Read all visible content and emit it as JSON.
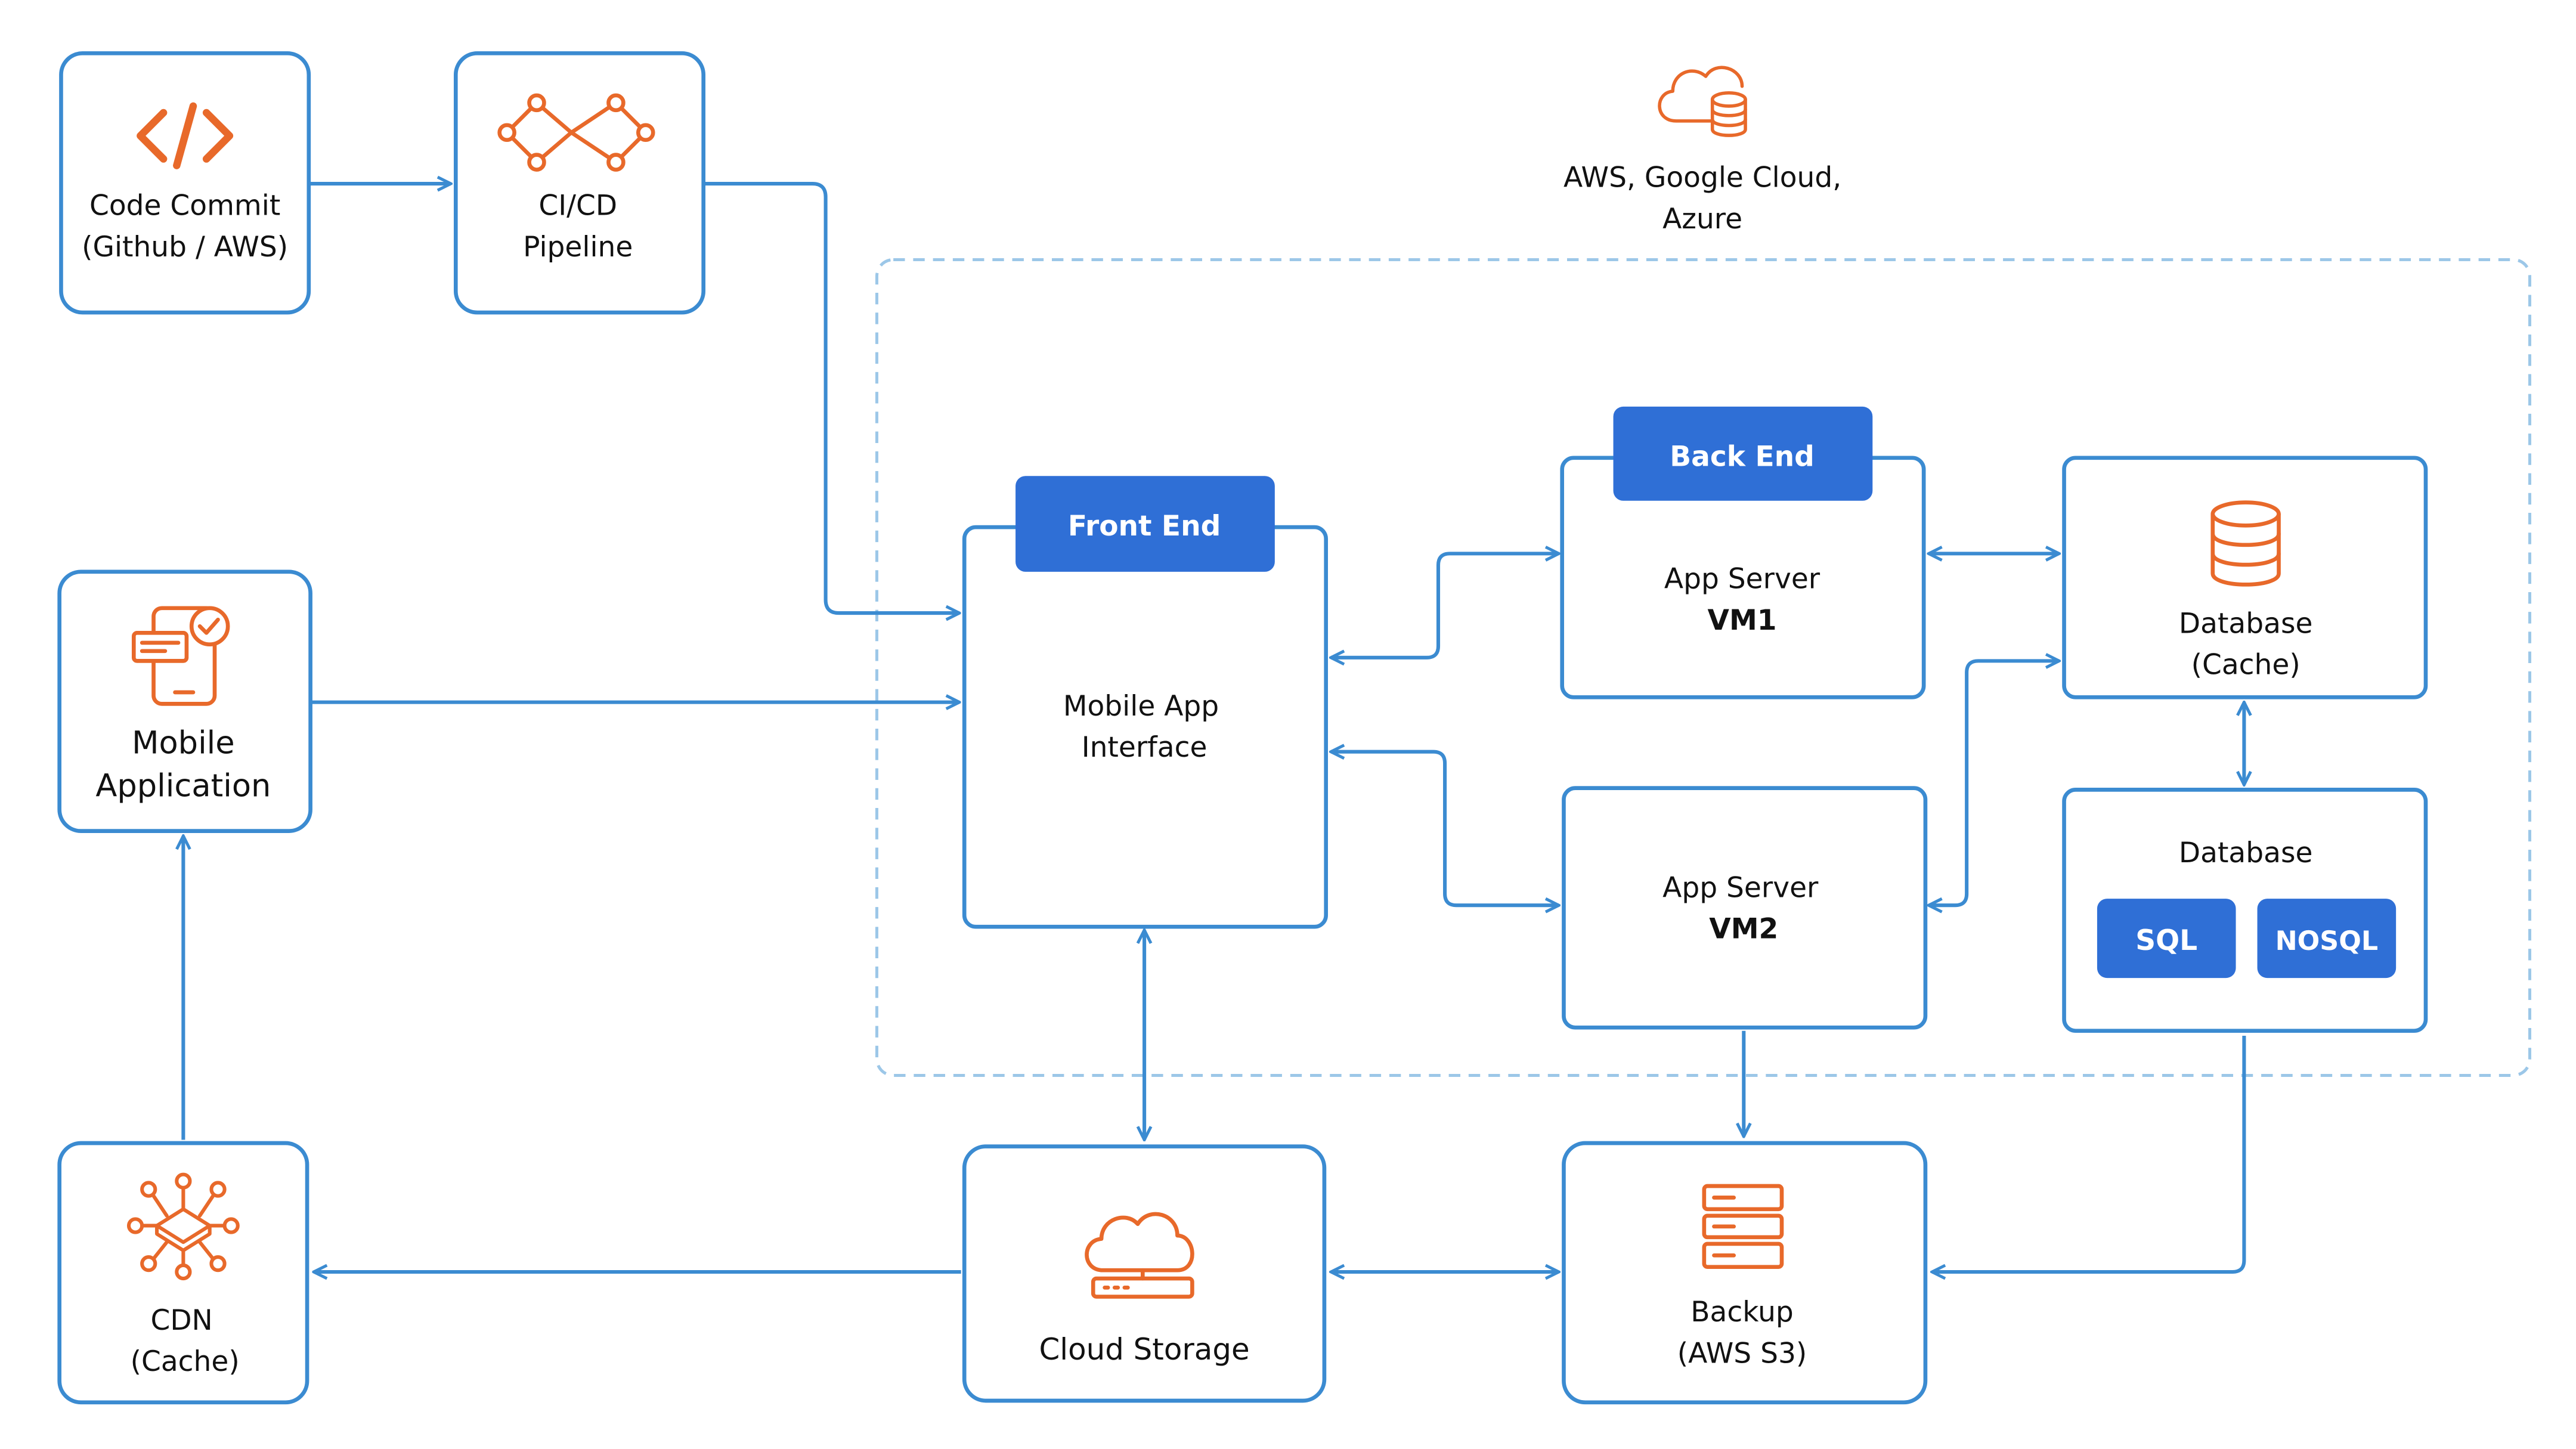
{
  "colors": {
    "box_border": "#3b8bd1",
    "arrow": "#3b8bd1",
    "header_fill": "#2f6fd6",
    "icon": "#e8692a",
    "region_border": "#9cc7e8",
    "text": "#111111",
    "header_text": "#ffffff"
  },
  "cloud": {
    "icon": "cloud-database-icon",
    "line1": "AWS, Google Cloud,",
    "line2": "Azure"
  },
  "nodes": {
    "code_commit": {
      "icon": "code-icon",
      "line1": "Code Commit",
      "line2": "(Github / AWS)"
    },
    "cicd": {
      "icon": "pipeline-icon",
      "line1": "CI/CD",
      "line2": "Pipeline"
    },
    "mobile_app": {
      "icon": "mobile-app-icon",
      "line1": "Mobile",
      "line2": "Application"
    },
    "cdn": {
      "icon": "cdn-network-icon",
      "line1": "CDN",
      "line2": "(Cache)"
    },
    "frontend": {
      "header": "Front End",
      "line1": "Mobile App",
      "line2": "Interface"
    },
    "app_server_1": {
      "header": "Back End",
      "line1": "App Server",
      "line2": "VM1"
    },
    "app_server_2": {
      "line1": "App Server",
      "line2": "VM2"
    },
    "db_cache": {
      "icon": "database-icon",
      "line1": "Database",
      "line2": "(Cache)"
    },
    "database": {
      "title": "Database",
      "sql": "SQL",
      "nosql": "NOSQL"
    },
    "cloud_storage": {
      "icon": "cloud-server-icon",
      "line1": "Cloud Storage"
    },
    "backup": {
      "icon": "server-rack-icon",
      "line1": "Backup",
      "line2": "(AWS S3)"
    }
  }
}
